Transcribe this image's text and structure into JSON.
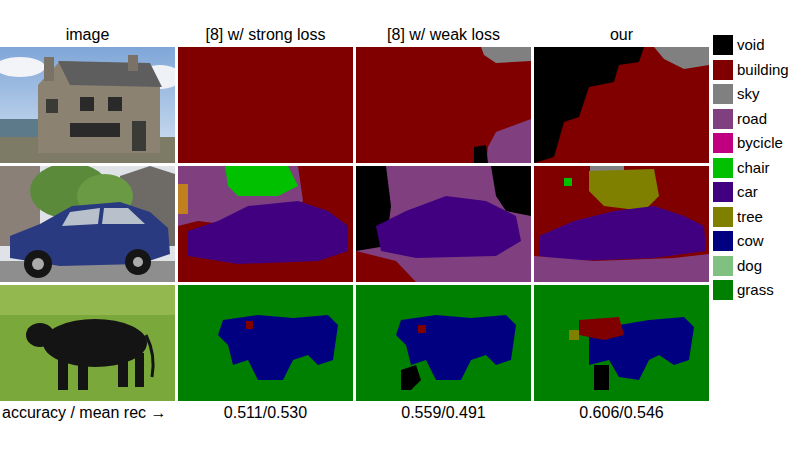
{
  "diagram": {
    "labels": [
      "image",
      "[8] w/ strong loss",
      "[8] w/ weak loss",
      "our",
      "accuracy / mean rec →",
      "0.511/0.530",
      "0.559/0.491",
      "0.606/0.546"
    ],
    "legend": [
      {
        "text": "void",
        "color": "#000000"
      },
      {
        "text": "building",
        "color": "#800000"
      },
      {
        "text": "sky",
        "color": "#808080"
      },
      {
        "text": "road",
        "color": "#804080"
      },
      {
        "text": "bycicle",
        "color": "#c00080"
      },
      {
        "text": "chair",
        "color": "#00c000"
      },
      {
        "text": "car",
        "color": "#400080"
      },
      {
        "text": "tree",
        "color": "#808000"
      },
      {
        "text": "cow",
        "color": "#000080"
      },
      {
        "text": "dog",
        "color": "#80c080"
      },
      {
        "text": "grass",
        "color": "#008000"
      }
    ]
  }
}
